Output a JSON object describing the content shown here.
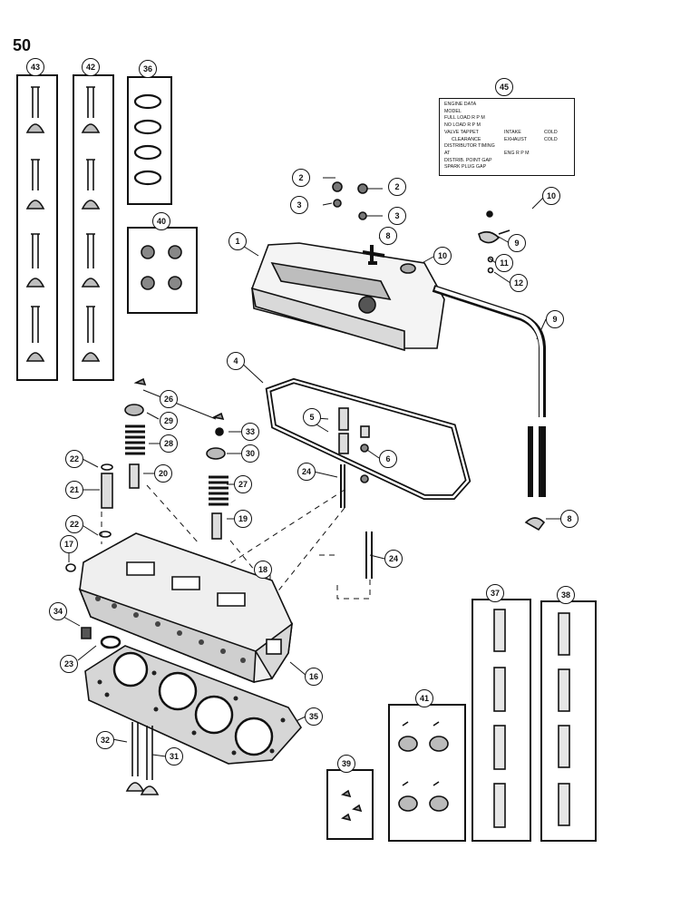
{
  "page_number": "50",
  "engine_data_card": {
    "title": "ENGINE DATA",
    "rows": [
      {
        "label": "MODEL",
        "col2": "",
        "col3": ""
      },
      {
        "label": "FULL LOAD R P M",
        "col2": "",
        "col3": ""
      },
      {
        "label": "NO LOAD R P M",
        "col2": "",
        "col3": ""
      },
      {
        "label": "VALVE TAPPET",
        "col2": "INTAKE",
        "col3": "COLD"
      },
      {
        "label": "CLEARANCE",
        "col2": "EXHAUST",
        "col3": "COLD"
      },
      {
        "label": "DISTRIBUTOR TIMING",
        "col2": "",
        "col3": ""
      },
      {
        "label": "AT",
        "col2": "ENG R P M",
        "col3": ""
      },
      {
        "label": "DISTRIB. POINT GAP",
        "col2": "",
        "col3": ""
      },
      {
        "label": "SPARK PLUG GAP",
        "col2": "",
        "col3": ""
      }
    ]
  },
  "callouts": [
    "43",
    "42",
    "36",
    "40",
    "45",
    "2",
    "2",
    "3",
    "3",
    "10",
    "1",
    "8",
    "10",
    "9",
    "11",
    "12",
    "9",
    "4",
    "26",
    "29",
    "33",
    "5",
    "28",
    "30",
    "6",
    "22",
    "20",
    "21",
    "27",
    "24",
    "19",
    "22",
    "8",
    "17",
    "18",
    "24",
    "34",
    "23",
    "16",
    "35",
    "37",
    "38",
    "41",
    "32",
    "31",
    "39"
  ]
}
